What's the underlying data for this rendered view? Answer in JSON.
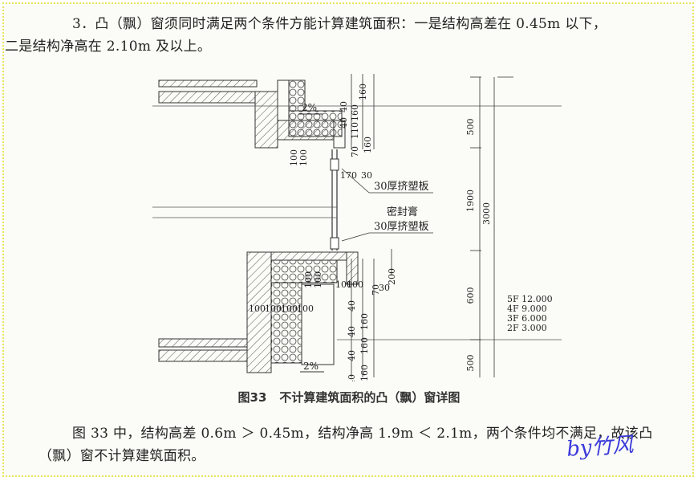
{
  "paragraph1_line1": "3．凸（飘）窗须同时满足两个条件方能计算建筑面积：一是结构高差在 0.45m 以下，",
  "paragraph1_line2": "二是结构净高在 2.10m 及以上。",
  "figure": {
    "number": "图33",
    "title": "不计算建筑面积的凸（飘）窗详图",
    "labels": {
      "xps_board_top": "30厚挤塑板",
      "sealant": "密封膏",
      "xps_board_bottom": "30厚挤塑板",
      "slope_top": "2%",
      "slope_bottom": "2%"
    },
    "dimensions_left": [
      "160",
      "40",
      "160",
      "40",
      "110",
      "160",
      "70",
      "100",
      "100",
      "170",
      "30",
      "200",
      "100",
      "100",
      "70",
      "30",
      "40",
      "160",
      "40",
      "160",
      "40",
      "160",
      "40",
      "100",
      "100",
      "100",
      "100",
      "100",
      "100"
    ],
    "dimensions_right": [
      "500",
      "1900",
      "3000",
      "600",
      "500"
    ],
    "floor_levels": [
      "5F  12.000",
      "4F  9.000",
      "3F  6.000",
      "2F  3.000"
    ]
  },
  "paragraph2": "图 33 中，结构高差 0.6m ＞ 0.45m，结构净高 1.9m ＜ 2.1m，两个条件均不满足，故该凸（飘）窗不计算建筑面积。",
  "signature": "by竹风"
}
